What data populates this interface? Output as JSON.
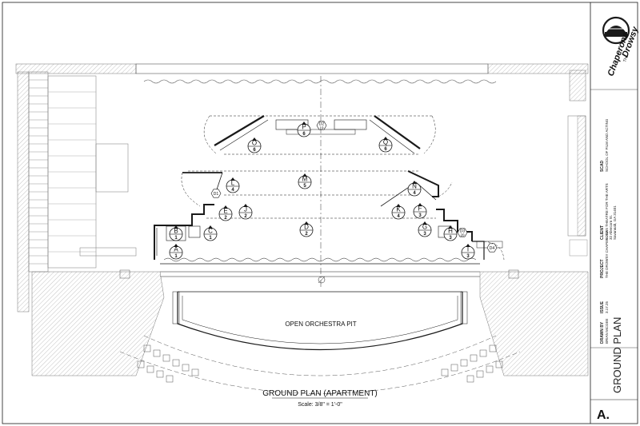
{
  "drawing": {
    "title": "GROUND PLAN (APARTMENT)",
    "scale": "Scale:  3/8\" = 1'-0\"",
    "pit_label": "OPEN ORCHESTRA PIT"
  },
  "positions": [
    {
      "letter": "A",
      "num": "1"
    },
    {
      "letter": "B",
      "num": "1"
    },
    {
      "letter": "C",
      "num": "1"
    },
    {
      "letter": "D",
      "num": "2"
    },
    {
      "letter": "E",
      "num": "2"
    },
    {
      "letter": "F",
      "num": "3"
    },
    {
      "letter": "G",
      "num": "3"
    },
    {
      "letter": "H",
      "num": "3"
    },
    {
      "letter": "I",
      "num": "3"
    },
    {
      "letter": "J",
      "num": "2"
    },
    {
      "letter": "K",
      "num": "4"
    },
    {
      "letter": "L",
      "num": "4"
    },
    {
      "letter": "M",
      "num": "5"
    },
    {
      "letter": "N",
      "num": "4"
    },
    {
      "letter": "O",
      "num": "6"
    },
    {
      "letter": "P",
      "num": "6"
    },
    {
      "letter": "Q",
      "num": "6"
    }
  ],
  "doors": [
    {
      "letter": "D1",
      "num": ""
    },
    {
      "letter": "D2",
      "num": "19"
    },
    {
      "letter": "D3",
      "num": "20"
    },
    {
      "letter": "D4",
      "num": ""
    }
  ],
  "title_block": {
    "logo_text": "The Drowsy Chaperone",
    "logo_top": "The",
    "logo_main1": "Drowsy",
    "logo_main2": "Chaperone",
    "school_heading": "SCAD",
    "school_name": "SCHOOL OF FILM AND ACTING",
    "client_heading": "CLIENT",
    "client_line1": "LUCAS THEATRE FOR THE ARTS",
    "client_line2": "32 Abercorn St.",
    "client_line3": "Savannah, GA 31401",
    "project_heading": "PROJECT",
    "project_name": "THE DROWSY CHAPERONE",
    "issue_heading": "ISSUE",
    "issue_date": "3.17.25",
    "drawn_heading": "DRAWN BY",
    "drawn_name": "BRIAN MCGEE",
    "sheet_title": "GROUND PLAN",
    "sheet_number": "A."
  },
  "colors": {
    "line": "#1a1a1a",
    "hatch": "#9a9a9a",
    "light": "#bdbdbd",
    "logo_red": "#c62828"
  }
}
